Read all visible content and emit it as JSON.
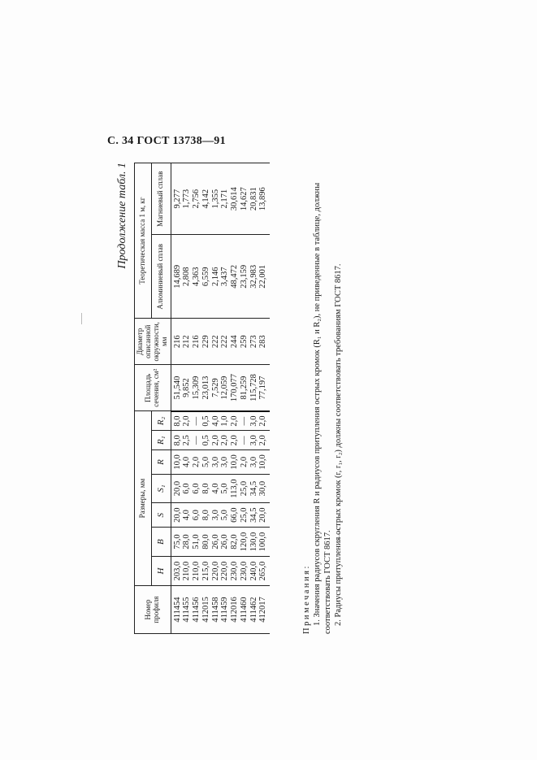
{
  "page_header": {
    "page_label": "С. 34",
    "standard": "ГОСТ 13738—91"
  },
  "table_title": "Продолжение табл. 1",
  "table": {
    "headers": {
      "profile_number": "Номер профиля",
      "dimensions_group": "Размеры, мм",
      "H": "H",
      "B": "B",
      "S": "S",
      "S1": "S₁",
      "R": "R",
      "R1": "R₁",
      "R2": "R₂",
      "area": "Площадь сечения, см²",
      "circle_diameter": "Диаметр описанной окружности, мм",
      "mass_group": "Теоретическая масса 1 м, кг",
      "aluminum": "Алюминиевый сплав",
      "magnesium": "Магниевый сплав"
    },
    "columns": {
      "profile_number": [
        "411454",
        "411455",
        "411456",
        "412015",
        "411458",
        "411459",
        "412016",
        "411460",
        "411462",
        "412017"
      ],
      "H": [
        "203,0",
        "210,0",
        "210,0",
        "215,0",
        "220,0",
        "220,0",
        "230,0",
        "230,0",
        "240,0",
        "265,0"
      ],
      "B": [
        "75,0",
        "28,0",
        "51,0",
        "80,0",
        "26,0",
        "26,0",
        "82,0",
        "120,0",
        "130,0",
        "100,0"
      ],
      "S": [
        "20,0",
        "4,0",
        "6,0",
        "8,0",
        "3,0",
        "5,0",
        "66,0",
        "25,0",
        "34,5",
        "20,0"
      ],
      "S1": [
        "20,0",
        "6,0",
        "6,0",
        "8,0",
        "4,0",
        "5,0",
        "113,0",
        "25,0",
        "34,5",
        "30,0"
      ],
      "R": [
        "10,0",
        "4,0",
        "2,0",
        "5,0",
        "3,0",
        "3,0",
        "10,0",
        "2,0",
        "3,0",
        "10,0"
      ],
      "R1": [
        "8,0",
        "2,5",
        "—",
        "0,5",
        "2,0",
        "2,0",
        "2,0",
        "—",
        "3,0",
        "2,0"
      ],
      "R2": [
        "8,0",
        "2,0",
        "—",
        "0,5",
        "4,0",
        "1,0",
        "2,0",
        "—",
        "3,0",
        "2,0"
      ],
      "area": [
        "51,540",
        "9,852",
        "15,309",
        "23,013",
        "7,529",
        "12,059",
        "170,077",
        "81,259",
        "115,728",
        "77,197"
      ],
      "circle_diameter": [
        "216",
        "212",
        "216",
        "229",
        "222",
        "222",
        "244",
        "259",
        "273",
        "283"
      ],
      "aluminum": [
        "14,689",
        "2,808",
        "4,363",
        "6,559",
        "2,146",
        "3,437",
        "48,472",
        "23,159",
        "32,983",
        "22,001"
      ],
      "magnesium": [
        "9,277",
        "1,773",
        "2,756",
        "4,142",
        "1,355",
        "2,171",
        "30,614",
        "14,627",
        "20,831",
        "13,896"
      ]
    }
  },
  "notes": {
    "title": "Примечания:",
    "item1": "1. Значения радиусов скругления R и радиусов притупления острых кромок (R₁ и R₂), не приведенные в таблице, должны соответствовать ГОСТ 8617.",
    "item2": "2. Радиусы притупления острых кромок (r, r₁, r₂) должны соответствовать требованиям ГОСТ 8617."
  }
}
